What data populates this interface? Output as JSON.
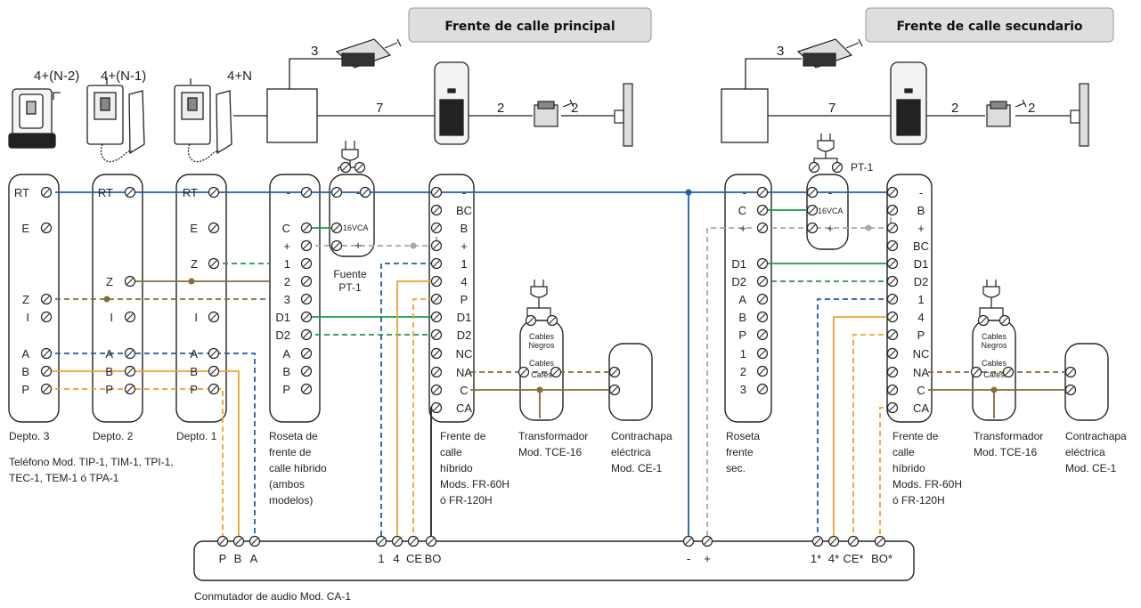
{
  "headers": {
    "principal": "Frente de calle principal",
    "secundario": "Frente de calle secundario"
  },
  "top_labels": {
    "n2": "4+(N-2)",
    "n1": "4+(N-1)",
    "n": "4+N",
    "w3_left": "3",
    "w7_left": "7",
    "w2a_left": "2",
    "w2b_left": "2",
    "w3_right": "3",
    "w7_right": "7",
    "w2a_right": "2",
    "w2b_right": "2"
  },
  "terminals": {
    "depto3": [
      "RT",
      "E",
      "Z",
      "I",
      "A",
      "B",
      "P"
    ],
    "depto2": [
      "RT",
      "Z",
      "I",
      "A",
      "B",
      "P"
    ],
    "depto1": [
      "RT",
      "E",
      "Z",
      "I",
      "A",
      "B",
      "P"
    ],
    "roseta_principal": [
      "-",
      "C",
      "+",
      "1",
      "2",
      "3",
      "D1",
      "D2",
      "A",
      "B",
      "P"
    ],
    "fuente_left": [
      "-",
      "16VCA",
      "+"
    ],
    "frente_principal": [
      "-",
      "BC",
      "B",
      "+",
      "1",
      "4",
      "P",
      "D1",
      "D2",
      "NC",
      "NA",
      "C",
      "CA"
    ],
    "roseta_secundario": [
      "-",
      "C",
      "+",
      "D1",
      "D2",
      "A",
      "B",
      "P",
      "1",
      "2",
      "3"
    ],
    "fuente_right": [
      "-",
      "16VCA",
      "+"
    ],
    "frente_secundario": [
      "-",
      "B",
      "+",
      "BC",
      "D1",
      "D2",
      "1",
      "4",
      "P",
      "NC",
      "NA",
      "C",
      "CA"
    ],
    "trafo": [
      "Cables",
      "Negros",
      "Cables",
      "Cafés"
    ],
    "conmutador": [
      "P",
      "B",
      "A",
      "1",
      "4",
      "CE",
      "BO",
      "-",
      "+",
      "1*",
      "4*",
      "CE*",
      "BO*"
    ]
  },
  "fuente_label": [
    "Fuente",
    "PT-1"
  ],
  "pt1_label": "PT-1",
  "captions": {
    "depto3": "Depto. 3",
    "depto2": "Depto. 2",
    "depto1": "Depto. 1",
    "telefono": [
      "Teléfono Mod. TIP-1, TIM-1, TPI-1,",
      "TEC-1, TEM-1 ó TPA-1"
    ],
    "roseta_principal": [
      "Roseta de",
      "frente de",
      "calle híbrido",
      "(ambos",
      "modelos)"
    ],
    "frente_principal": [
      "Frente de",
      "calle",
      "híbrido",
      "Mods. FR-60H",
      "ó FR-120H"
    ],
    "trafo_left": [
      "Transformador",
      "Mod. TCE-16"
    ],
    "chapa_left": [
      "Contrachapa",
      "eléctrica",
      "Mod. CE-1"
    ],
    "roseta_secundario": [
      "Roseta",
      "frente",
      "sec."
    ],
    "frente_secundario": [
      "Frente de",
      "calle",
      "híbrido",
      "Mods. FR-60H",
      "ó FR-120H"
    ],
    "trafo_right": [
      "Transformador",
      "Mod. TCE-16"
    ],
    "chapa_right": [
      "Contrachapa",
      "eléctrica",
      "Mod. CE-1"
    ],
    "conmutador": "Conmutador de audio Mod. CA-1"
  },
  "colors": {
    "blue": "#1f5fb0",
    "green": "#1a9a4a",
    "gray": "#a8a8a8",
    "brown": "#8b6a3a",
    "orange": "#f0a030",
    "header_bg": "#dedede"
  }
}
